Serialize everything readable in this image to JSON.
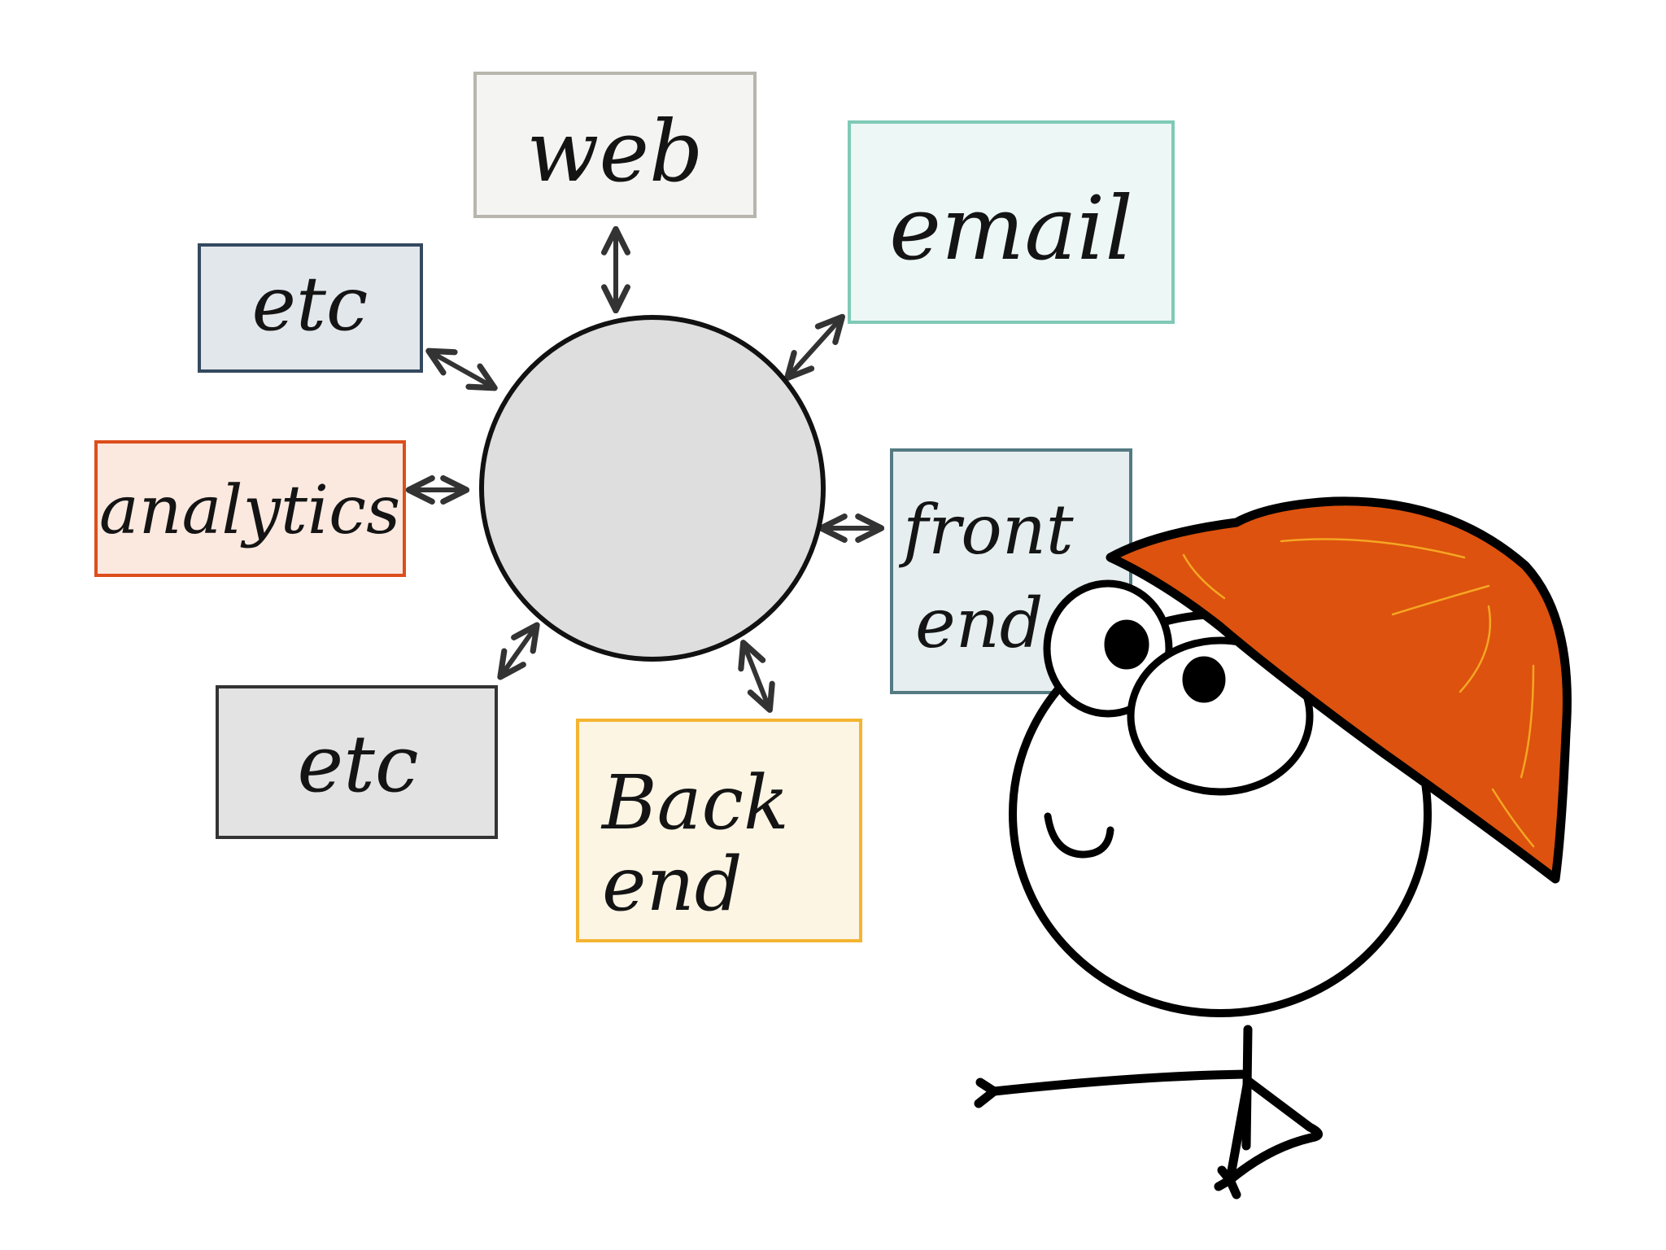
{
  "diagram": {
    "hub": {
      "fill": "#dedede",
      "stroke": "#111111"
    },
    "nodes": [
      {
        "id": "web",
        "lines": [
          "web"
        ],
        "fill": "#f4f4f2",
        "stroke": "#b8b5ac"
      },
      {
        "id": "email",
        "lines": [
          "email"
        ],
        "fill": "#edf7f5",
        "stroke": "#7fcab7"
      },
      {
        "id": "etc-top",
        "lines": [
          "etc"
        ],
        "fill": "#e2e7ec",
        "stroke": "#34495e"
      },
      {
        "id": "analytics",
        "lines": [
          "analytics"
        ],
        "fill": "#fbe9df",
        "stroke": "#dd4e1c"
      },
      {
        "id": "front-end",
        "lines": [
          "front",
          "end"
        ],
        "fill": "#e6eeef",
        "stroke": "#547a82"
      },
      {
        "id": "etc-bottom",
        "lines": [
          "etc"
        ],
        "fill": "#e3e3e3",
        "stroke": "#333333"
      },
      {
        "id": "back-end",
        "lines": [
          "Back",
          "end"
        ],
        "fill": "#fdf5e4",
        "stroke": "#f4b432"
      }
    ],
    "connector_color": "#333333",
    "character": {
      "helmet_color": "#dd520e",
      "helmet_highlight": "#f5a623",
      "line_color": "#000000",
      "face_color": "#ffffff"
    }
  }
}
